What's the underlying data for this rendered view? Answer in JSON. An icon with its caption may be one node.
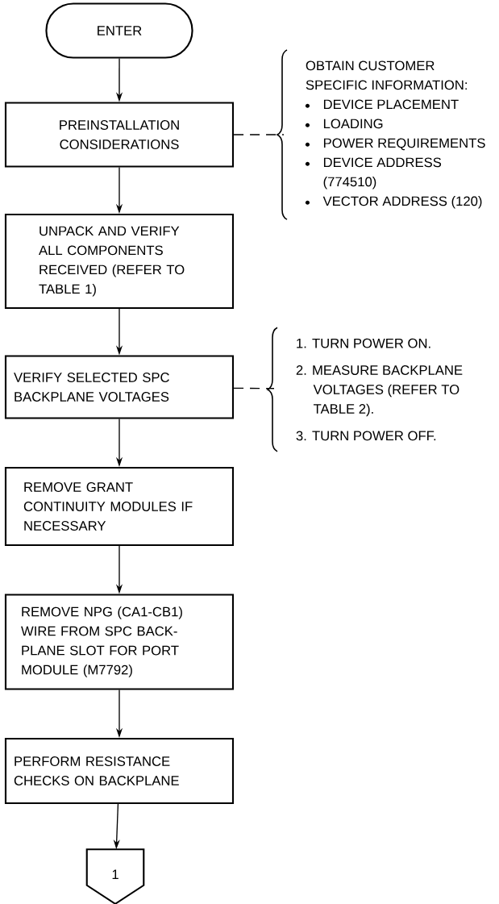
{
  "diagram": {
    "nodes": [
      {
        "text": [
          "ENTER"
        ]
      },
      {
        "text": [
          "PREINSTALLATION CONSIDERATIONS"
        ]
      },
      {
        "text": [
          "UNPACK AND VERIFY ALL COMPONENTS RECEIVED (REFER TO TABLE 1)"
        ]
      },
      {
        "text": [
          "VERIFY SELECTED SPC BACKPLANE VOLTAGES"
        ]
      },
      {
        "text": [
          "REMOVE GRANT CONTINUITY MODULES IF NECESSARY"
        ]
      },
      {
        "text": [
          "REMOVE NPG (CA1-CB1) WIRE FROM SPC BACK-PLANE SLOT FOR PORT MODULE (M7792)"
        ]
      },
      {
        "text": [
          "PERFORM RESISTANCE CHECKS ON BACKPLANE"
        ]
      },
      {
        "text": [
          "1"
        ]
      },
      {
        "text": [
          "OBTAIN CUSTOMER SPECIFIC INFORMATION:",
          "DEVICE PLACEMENT",
          "LOADING",
          "POWER REQUIREMENTS",
          "DEVICE ADDRESS (774510)",
          "VECTOR ADDRESS (120)"
        ]
      },
      {
        "text": [
          "1. TURN POWER ON.",
          "2. MEASURE BACKPLANE VOLTAGES (REFER TO TABLE 2).",
          "3. TURN POWER OFF."
        ]
      }
    ],
    "edges": [
      {
        "from": 0,
        "to": 1,
        "arrow": "to"
      },
      {
        "from": 1,
        "to": 2,
        "arrow": "to"
      },
      {
        "from": 2,
        "to": 3,
        "arrow": "to"
      },
      {
        "from": 3,
        "to": 4,
        "arrow": "to"
      },
      {
        "from": 4,
        "to": 5,
        "arrow": "to"
      },
      {
        "from": 5,
        "to": 6,
        "arrow": "to"
      },
      {
        "from": 6,
        "to": 7,
        "arrow": "to"
      },
      {
        "from": 1,
        "to": 8,
        "arrow": "none",
        "style": "dashed"
      },
      {
        "from": 3,
        "to": 9,
        "arrow": "none",
        "style": "dashed"
      }
    ]
  }
}
